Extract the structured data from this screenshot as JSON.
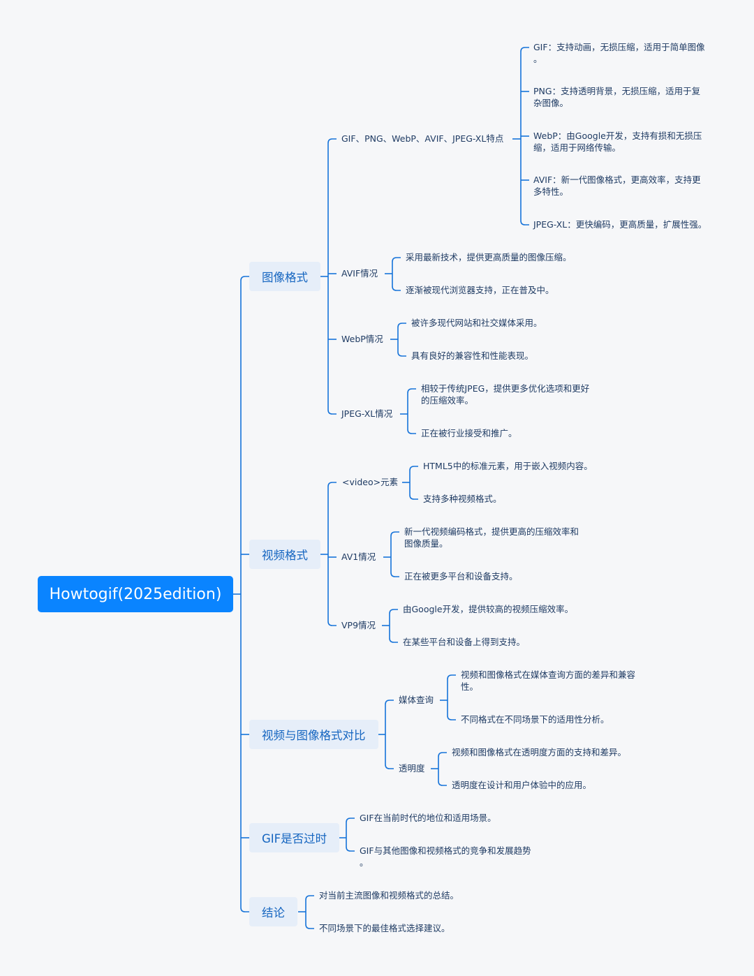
{
  "root": "Howtogif(2025edition)",
  "colors": {
    "background": "#f6f7f9",
    "root": "#0a84ff",
    "branch_box": "#e6eef9",
    "line": "#1673d9",
    "text": "#1f3b63",
    "branch_text": "#1565c0"
  },
  "branches": [
    {
      "label": "图像格式",
      "children": [
        {
          "label": "GIF、PNG、WebP、AVIF、JPEG-XL特点",
          "leaves": [
            [
              "GIF：支持动画，无损压缩，适用于简单图像",
              "。"
            ],
            [
              "PNG：支持透明背景，无损压缩，适用于复",
              "杂图像。"
            ],
            [
              "WebP：由Google开发，支持有损和无损压",
              "缩，适用于网络传输。"
            ],
            [
              "AVIF：新一代图像格式，更高效率，支持更",
              "多特性。"
            ],
            [
              "JPEG-XL：更快编码，更高质量，扩展性强。"
            ]
          ]
        },
        {
          "label": "AVIF情况",
          "leaves": [
            [
              "采用最新技术，提供更高质量的图像压缩。"
            ],
            [
              "逐渐被现代浏览器支持，正在普及中。"
            ]
          ]
        },
        {
          "label": "WebP情况",
          "leaves": [
            [
              "被许多现代网站和社交媒体采用。"
            ],
            [
              "具有良好的兼容性和性能表现。"
            ]
          ]
        },
        {
          "label": "JPEG-XL情况",
          "leaves": [
            [
              "相较于传统JPEG，提供更多优化选项和更好",
              "的压缩效率。"
            ],
            [
              "正在被行业接受和推广。"
            ]
          ]
        }
      ]
    },
    {
      "label": "视频格式",
      "children": [
        {
          "label": "<video>元素",
          "leaves": [
            [
              "HTML5中的标准元素，用于嵌入视频内容。"
            ],
            [
              "支持多种视频格式。"
            ]
          ]
        },
        {
          "label": "AV1情况",
          "leaves": [
            [
              "新一代视频编码格式，提供更高的压缩效率和",
              "图像质量。"
            ],
            [
              "正在被更多平台和设备支持。"
            ]
          ]
        },
        {
          "label": "VP9情况",
          "leaves": [
            [
              "由Google开发，提供较高的视频压缩效率。"
            ],
            [
              "在某些平台和设备上得到支持。"
            ]
          ]
        }
      ]
    },
    {
      "label": "视频与图像格式对比",
      "children": [
        {
          "label": "媒体查询",
          "leaves": [
            [
              "视频和图像格式在媒体查询方面的差异和兼容",
              "性。"
            ],
            [
              "不同格式在不同场景下的适用性分析。"
            ]
          ]
        },
        {
          "label": "透明度",
          "leaves": [
            [
              "视频和图像格式在透明度方面的支持和差异。"
            ],
            [
              "透明度在设计和用户体验中的应用。"
            ]
          ]
        }
      ]
    },
    {
      "label": "GIF是否过时",
      "leaves": [
        [
          "GIF在当前时代的地位和适用场景。"
        ],
        [
          "GIF与其他图像和视频格式的竞争和发展趋势",
          "。"
        ]
      ]
    },
    {
      "label": "结论",
      "leaves": [
        [
          "对当前主流图像和视频格式的总结。"
        ],
        [
          "不同场景下的最佳格式选择建议。"
        ]
      ]
    }
  ]
}
